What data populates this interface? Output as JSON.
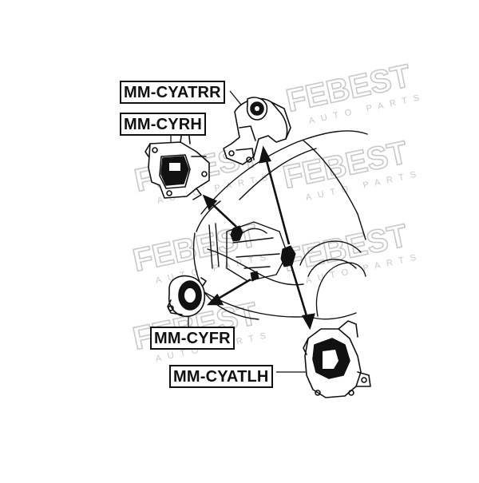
{
  "colors": {
    "ink": "#111111",
    "watermark": "#c9c9c9",
    "background": "#ffffff"
  },
  "watermark": {
    "brand": "FEBEST",
    "tagline": "AUTO PARTS"
  },
  "diagram": {
    "vehicle": "engine-bay-line-art",
    "parts": [
      {
        "id": "cyatrr",
        "label": "MM-CYATRR",
        "icon": "engine-mount-rear-bracket"
      },
      {
        "id": "cyrh",
        "label": "MM-CYRH",
        "icon": "engine-mount-right-hand"
      },
      {
        "id": "cyfr",
        "label": "MM-CYFR",
        "icon": "engine-mount-front-round"
      },
      {
        "id": "cyatlh",
        "label": "MM-CYATLH",
        "icon": "engine-mount-left-hand-at"
      }
    ]
  }
}
